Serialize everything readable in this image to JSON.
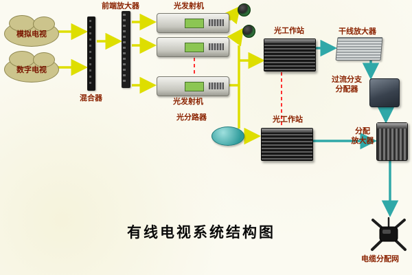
{
  "title": "有线电视系统结构图",
  "labels": {
    "analog_tv": "模拟电视",
    "digital_tv": "数字电视",
    "mixer": "混合器",
    "front_amp": "前端放大器",
    "optical_tx_top": "光发射机",
    "optical_tx_bottom": "光发射机",
    "optical_splitter": "光分路器",
    "optical_station_top": "光工作站",
    "optical_station_bottom": "光工作站",
    "trunk_amp": "干线放大器",
    "overcurrent_branch": "过流分支\n分配器",
    "dist_amp": "分配\n放大器",
    "cable_network": "电缆分配网"
  },
  "colors": {
    "arrow_yellow": "#dede00",
    "arrow_teal": "#2fa8a8",
    "line_red_dashed": "#ff3030",
    "label_red": "#8a2200",
    "cloud_fill": "#ccc48c",
    "splitter_teal": "#2e9b9b",
    "title_color": "#0a0a0a"
  }
}
